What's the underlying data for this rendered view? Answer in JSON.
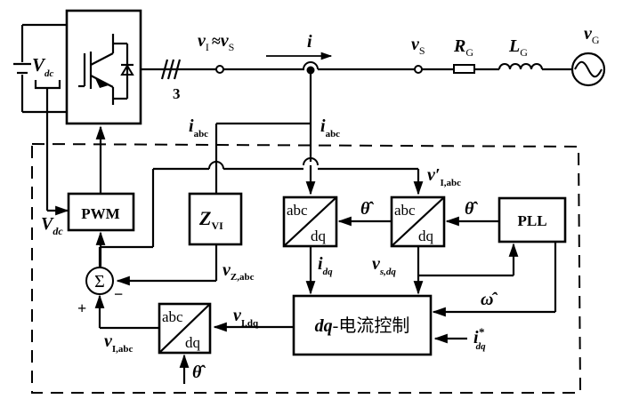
{
  "diagram": {
    "title": "Virtual impedance based grid-connected inverter current control",
    "power_circuit": {
      "dc_source_label": "V",
      "dc_source_sub": "dc",
      "phase_count_label": "3",
      "inverter_terminal_label": "v",
      "inverter_terminal_sub": "I",
      "approx_symbol": "≈",
      "pcc_label": "v",
      "pcc_sub": "S",
      "current_label": "i",
      "pcc_voltage_label": "v",
      "pcc_voltage_sub": "S",
      "grid_resistance_label": "R",
      "grid_resistance_sub": "G",
      "grid_inductance_label": "L",
      "grid_inductance_sub": "G",
      "grid_source_label": "v",
      "grid_source_sub": "G"
    },
    "signals": {
      "i_abc_left": {
        "main": "i",
        "sub": "abc"
      },
      "i_abc_right": {
        "main": "i",
        "sub": "abc"
      },
      "v_prime_abc": {
        "main": "v′",
        "sub": "I,abc"
      },
      "vdc_input": {
        "main": "V",
        "sub": "dc"
      },
      "theta_hat_1": "θ̂",
      "theta_hat_2": "θ̂",
      "theta_hat_3": "θ̂",
      "omega_hat": "ω̂",
      "v_z_abc": {
        "main": "v",
        "sub": "Z,abc"
      },
      "i_dq": {
        "main": "i",
        "sub": "dq"
      },
      "v_s_dq": {
        "main": "v",
        "sub": "s,dq"
      },
      "v_i_dq": {
        "main": "v",
        "sub": "I,dq"
      },
      "v_i_abc": {
        "main": "v",
        "sub": "I,abc"
      },
      "i_dq_ref": {
        "main": "i",
        "sub": "dq",
        "sup": "*"
      },
      "plus_sign": "+",
      "minus_sign": "−"
    },
    "blocks": {
      "pwm": "PWM",
      "virtual_impedance": {
        "main": "Z",
        "sub": "VI"
      },
      "transform_current": {
        "top": "abc",
        "bottom": "dq"
      },
      "transform_voltage": {
        "top": "abc",
        "bottom": "dq"
      },
      "pll": "PLL",
      "current_control": {
        "italic": "dq",
        "text": "-电流控制"
      },
      "inverse_transform": {
        "top": "abc",
        "bottom": "dq"
      },
      "summer": "Σ"
    }
  }
}
